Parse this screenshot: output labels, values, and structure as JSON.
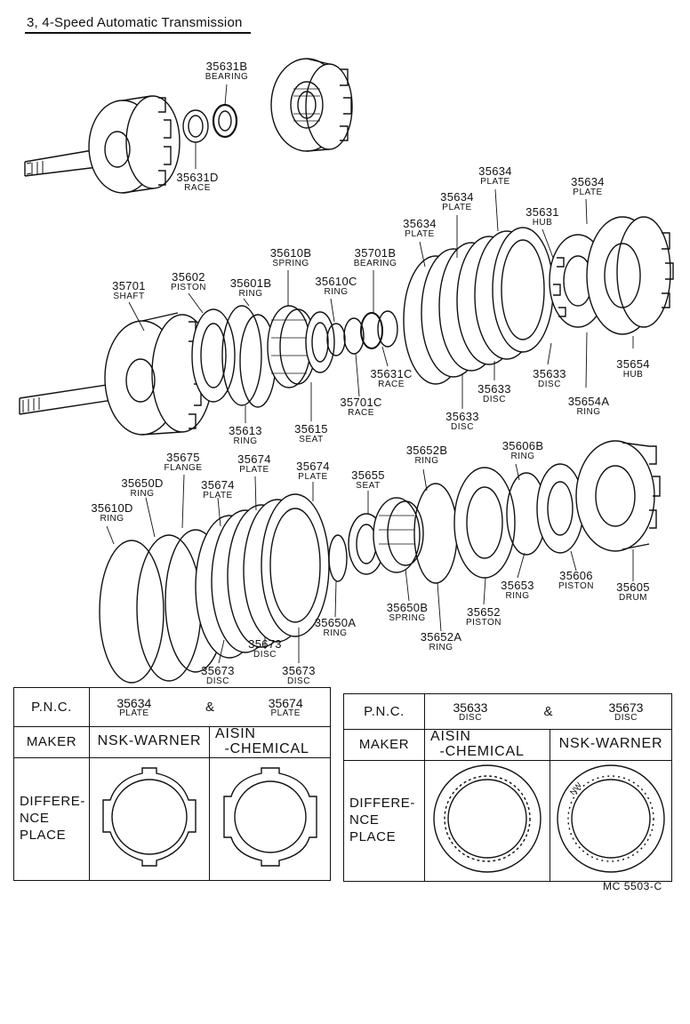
{
  "title": "3, 4-Speed Automatic Transmission",
  "figure_ref": "MC  5503-C",
  "callouts": [
    {
      "id": "c35631B",
      "number": "35631B",
      "desc": "BEARING"
    },
    {
      "id": "c35631D",
      "number": "35631D",
      "desc": "RACE"
    },
    {
      "id": "c35634a",
      "number": "35634",
      "desc": "PLATE"
    },
    {
      "id": "c35634b",
      "number": "35634",
      "desc": "PLATE"
    },
    {
      "id": "c35634c",
      "number": "35634",
      "desc": "PLATE"
    },
    {
      "id": "c35634d",
      "number": "35634",
      "desc": "PLATE"
    },
    {
      "id": "c35631",
      "number": "35631",
      "desc": "HUB"
    },
    {
      "id": "c35701",
      "number": "35701",
      "desc": "SHAFT"
    },
    {
      "id": "c35602",
      "number": "35602",
      "desc": "PISTON"
    },
    {
      "id": "c35601B",
      "number": "35601B",
      "desc": "RING"
    },
    {
      "id": "c35610B",
      "number": "35610B",
      "desc": "SPRING"
    },
    {
      "id": "c35610C",
      "number": "35610C",
      "desc": "RING"
    },
    {
      "id": "c35701B",
      "number": "35701B",
      "desc": "BEARING"
    },
    {
      "id": "c35633a",
      "number": "35633",
      "desc": "DISC"
    },
    {
      "id": "c35633b",
      "number": "35633",
      "desc": "DISC"
    },
    {
      "id": "c35633c",
      "number": "35633",
      "desc": "DISC"
    },
    {
      "id": "c35654",
      "number": "35654",
      "desc": "HUB"
    },
    {
      "id": "c35654A",
      "number": "35654A",
      "desc": "RING"
    },
    {
      "id": "c35631C",
      "number": "35631C",
      "desc": "RACE"
    },
    {
      "id": "c35701C",
      "number": "35701C",
      "desc": "RACE"
    },
    {
      "id": "c35613",
      "number": "35613",
      "desc": "RING"
    },
    {
      "id": "c35615",
      "number": "35615",
      "desc": "SEAT"
    },
    {
      "id": "c35675",
      "number": "35675",
      "desc": "FLANGE"
    },
    {
      "id": "c35674a",
      "number": "35674",
      "desc": "PLATE"
    },
    {
      "id": "c35674b",
      "number": "35674",
      "desc": "PLATE"
    },
    {
      "id": "c35674c",
      "number": "35674",
      "desc": "PLATE"
    },
    {
      "id": "c35650D",
      "number": "35650D",
      "desc": "RING"
    },
    {
      "id": "c35610D",
      "number": "35610D",
      "desc": "RING"
    },
    {
      "id": "c35655",
      "number": "35655",
      "desc": "SEAT"
    },
    {
      "id": "c35652B",
      "number": "35652B",
      "desc": "RING"
    },
    {
      "id": "c35606B",
      "number": "35606B",
      "desc": "RING"
    },
    {
      "id": "c35606",
      "number": "35606",
      "desc": "PISTON"
    },
    {
      "id": "c35605",
      "number": "35605",
      "desc": "DRUM"
    },
    {
      "id": "c35653",
      "number": "35653",
      "desc": "RING"
    },
    {
      "id": "c35652",
      "number": "35652",
      "desc": "PISTON"
    },
    {
      "id": "c35650B",
      "number": "35650B",
      "desc": "SPRING"
    },
    {
      "id": "c35652A",
      "number": "35652A",
      "desc": "RING"
    },
    {
      "id": "c35650A",
      "number": "35650A",
      "desc": "RING"
    },
    {
      "id": "c35673a",
      "number": "35673",
      "desc": "DISC"
    },
    {
      "id": "c35673b",
      "number": "35673",
      "desc": "DISC"
    },
    {
      "id": "c35673c",
      "number": "35673",
      "desc": "DISC"
    }
  ],
  "tables": {
    "plates": {
      "pnc_label": "P.N.C.",
      "maker_label": "MAKER",
      "difference_label_lines": [
        "DIFFERE-",
        "NCE",
        "PLACE"
      ],
      "parts": [
        {
          "number": "35634",
          "desc": "PLATE"
        },
        {
          "number": "35674",
          "desc": "PLATE"
        }
      ],
      "amp": "&",
      "makers": [
        "NSK-WARNER",
        "AISIN\n  -CHEMICAL"
      ]
    },
    "discs": {
      "pnc_label": "P.N.C.",
      "maker_label": "MAKER",
      "difference_label_lines": [
        "DIFFERE-",
        "NCE",
        "PLACE"
      ],
      "parts": [
        {
          "number": "35633",
          "desc": "DISC"
        },
        {
          "number": "35673",
          "desc": "DISC"
        }
      ],
      "amp": "&",
      "makers": [
        "AISIN\n  -CHEMICAL",
        "NSK-WARNER"
      ],
      "disc_mark": "NW"
    }
  }
}
